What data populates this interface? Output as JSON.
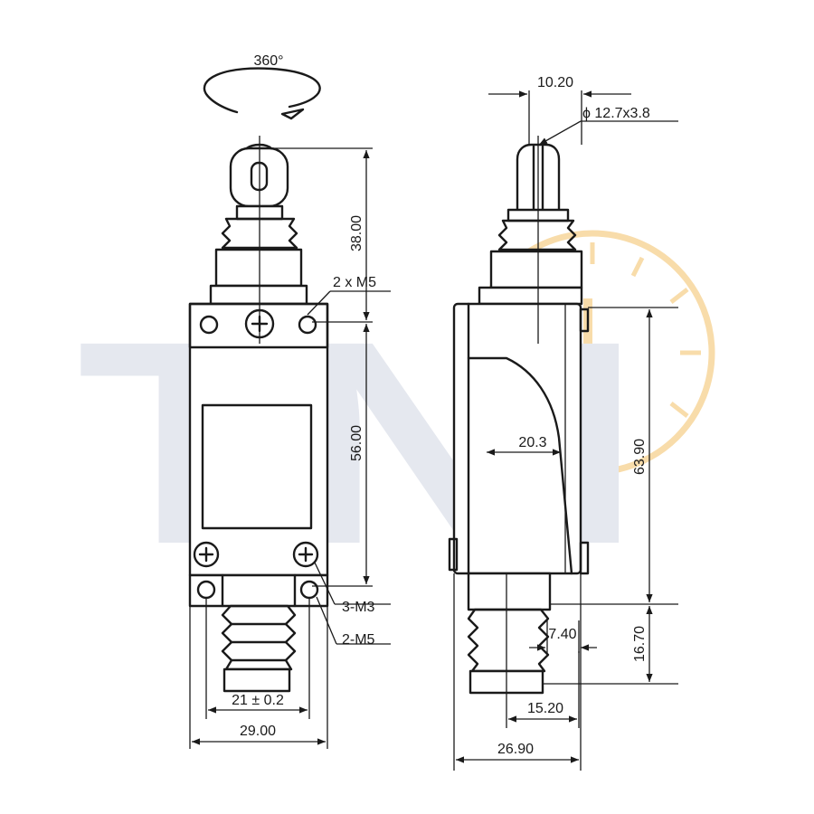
{
  "watermark": {
    "text": "TNI",
    "letter_color": "#e3e7ee",
    "logo_color": "#f8dcaa"
  },
  "front_view": {
    "rotation_label": "360°",
    "plunger_height": "38.00",
    "body_height": "56.00",
    "top_mount_holes": "2 x M5",
    "cover_screws": "3-M3",
    "bottom_mount_holes": "2-M5",
    "hole_spacing": "21 ± 0.2",
    "body_width": "29.00"
  },
  "side_view": {
    "roller_width": "10.20",
    "roller_size": "ϕ 12.7x3.8",
    "body_depth": "20.3",
    "total_height": "63.90",
    "boot_height": "16.70",
    "boot_diameter": "7.40",
    "boot_offset": "15.20",
    "overall_depth": "26.90"
  }
}
